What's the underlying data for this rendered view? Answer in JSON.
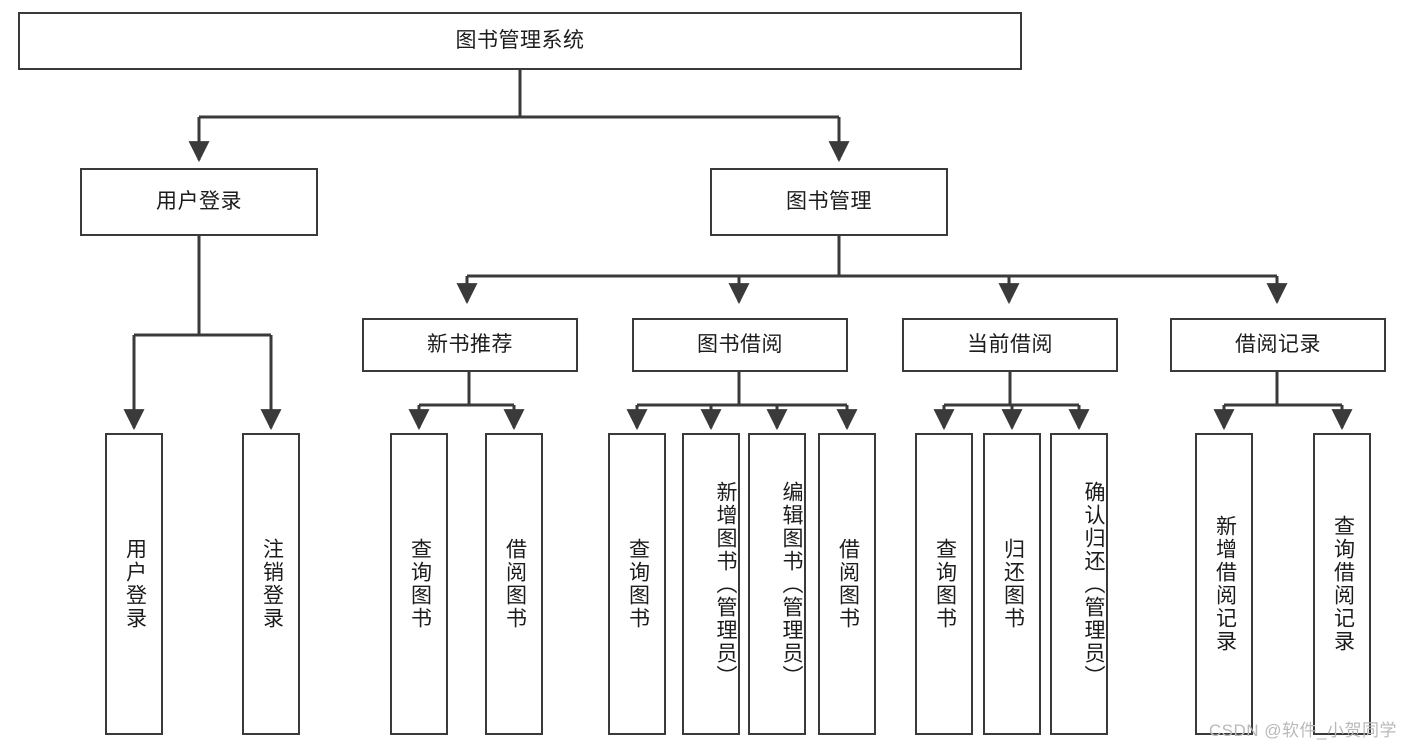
{
  "diagram": {
    "title": "图书管理系统",
    "type": "tree-hierarchy",
    "watermark": "CSDN @软件_小贺同学",
    "colors": {
      "stroke": "#3a3a3a",
      "fill": "#ffffff",
      "text": "#1c1c1c",
      "watermark": "#b9b9b9"
    },
    "root": {
      "label": "图书管理系统"
    },
    "level2": [
      {
        "label": "用户登录"
      },
      {
        "label": "图书管理"
      }
    ],
    "level3": [
      {
        "label": "新书推荐"
      },
      {
        "label": "图书借阅"
      },
      {
        "label": "当前借阅"
      },
      {
        "label": "借阅记录"
      }
    ],
    "leaves": {
      "user_login": [
        {
          "label": "用户登录"
        },
        {
          "label": "注销登录"
        }
      ],
      "new_book_recommend": [
        {
          "label": "查询图书"
        },
        {
          "label": "借阅图书"
        }
      ],
      "book_borrow": [
        {
          "label": "查询图书"
        },
        {
          "label": "新增图书（管理员）"
        },
        {
          "label": "编辑图书（管理员）"
        },
        {
          "label": "借阅图书"
        }
      ],
      "current_borrow": [
        {
          "label": "查询图书"
        },
        {
          "label": "归还图书"
        },
        {
          "label": "确认归还（管理员）"
        }
      ],
      "borrow_record": [
        {
          "label": "新增借阅记录"
        },
        {
          "label": "查询借阅记录"
        }
      ]
    }
  }
}
